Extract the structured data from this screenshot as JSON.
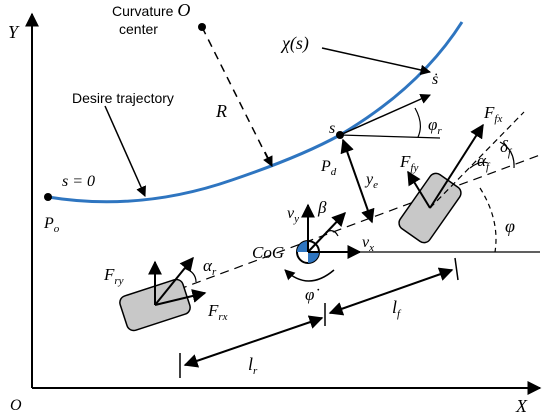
{
  "axes": {
    "y_label": "Y",
    "x_label": "X",
    "origin_label": "O"
  },
  "curvature": {
    "center_label_text": "Curvature",
    "center_label_o": "O",
    "center_label_line2": "center",
    "radius_label": "R"
  },
  "trajectory": {
    "chi_label": "χ(s)",
    "desire_label": "Desire trajectory",
    "start_label": "s = 0",
    "start_point_label": "P",
    "start_point_sub": "o",
    "s_dot_label": "ṡ",
    "s_label": "s",
    "pd_label": "P",
    "pd_sub": "d",
    "ye_label": "y",
    "ye_sub": "e",
    "phi_r_label": "φ",
    "phi_r_sub": "r"
  },
  "front_wheel": {
    "ffx_label": "F",
    "ffx_sub": "fx",
    "ffy_label": "F",
    "ffy_sub": "fy",
    "alpha_f_label": "α",
    "alpha_f_sub": "f",
    "delta_f_label": "δ",
    "delta_f_sub": "f",
    "phi_label": "φ"
  },
  "cog": {
    "cog_label": "CoG",
    "vy_label": "v",
    "vy_sub": "y",
    "vx_label": "v",
    "vx_sub": "x",
    "beta_label": "β",
    "phi_dot_label": "φ̇"
  },
  "rear_wheel": {
    "fry_label": "F",
    "fry_sub": "ry",
    "frx_label": "F",
    "frx_sub": "rx",
    "alpha_r_label": "α",
    "alpha_r_sub": "r"
  },
  "dimensions": {
    "lf_label": "l",
    "lf_sub": "f",
    "lr_label": "l",
    "lr_sub": "r"
  },
  "colors": {
    "trajectory": "#2e75c0",
    "wheel_fill": "#c8c8c8",
    "cog_blue": "#2e75c0"
  }
}
